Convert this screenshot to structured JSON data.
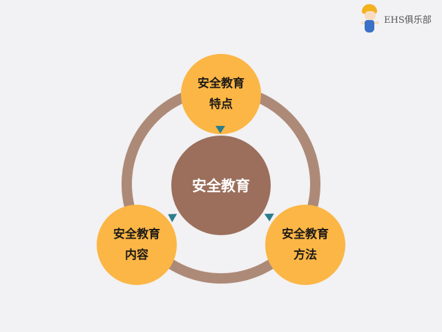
{
  "logo": {
    "icon": "mascot-helmet-icon",
    "text": "EHS俱乐部"
  },
  "diagram": {
    "center": {
      "label": "安全教育",
      "color": "#9b6f5c"
    },
    "ring_color": "#ad8a78",
    "node_color": "#fbb645",
    "arrow_color": "#2b7d8b",
    "nodes": [
      {
        "position": "top",
        "line1": "安全教育",
        "line2": "特点"
      },
      {
        "position": "bottom-left",
        "line1": "安全教育",
        "line2": "内容"
      },
      {
        "position": "bottom-right",
        "line1": "安全教育",
        "line2": "方法"
      }
    ],
    "arrows": [
      {
        "icon": "triangle-down-icon",
        "from": "特点",
        "to": "安全教育"
      },
      {
        "icon": "triangle-icon",
        "from": "内容",
        "to": "安全教育"
      },
      {
        "icon": "triangle-icon",
        "from": "方法",
        "to": "安全教育"
      }
    ]
  }
}
